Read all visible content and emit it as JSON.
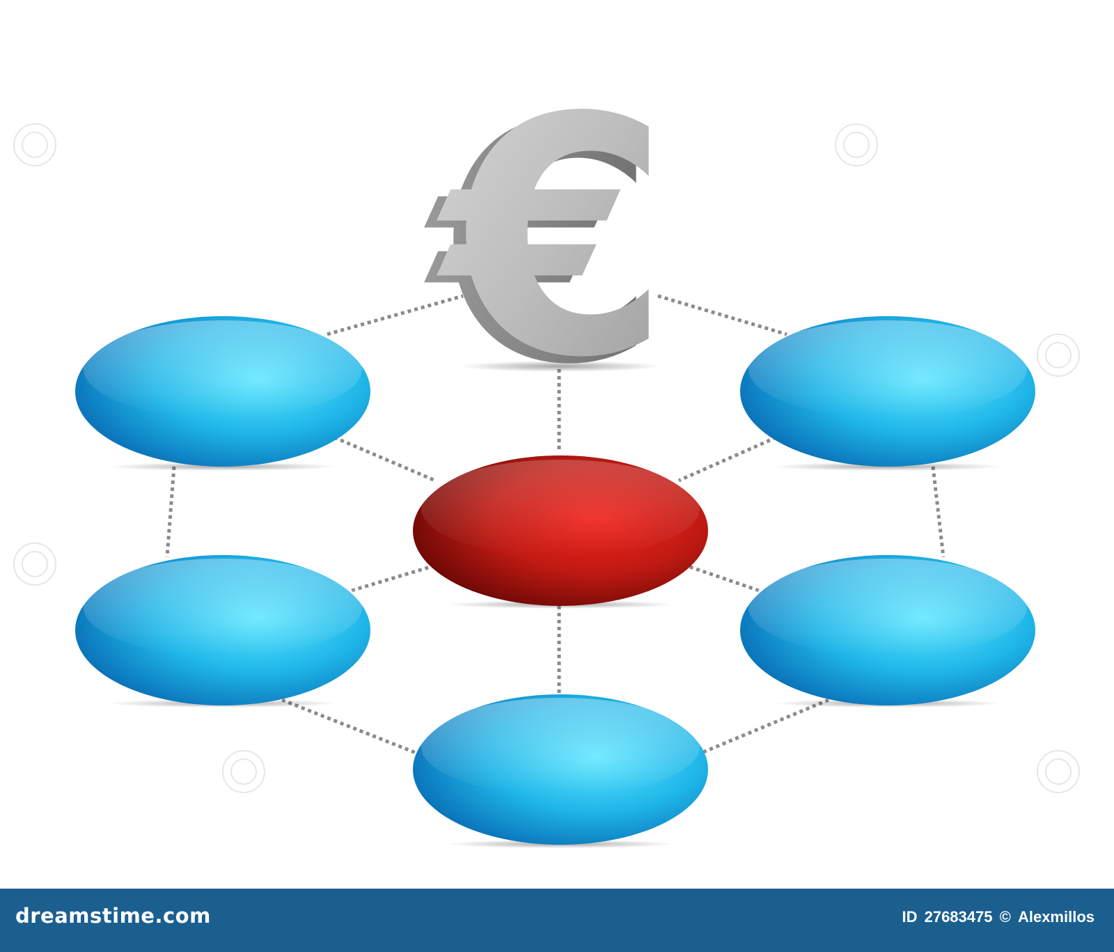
{
  "diagram": {
    "symbol": "€",
    "center_node": {
      "color": "#c51b12"
    },
    "outer_nodes": [
      {
        "id": "top-left",
        "color": "#1aa7dd"
      },
      {
        "id": "top-right",
        "color": "#1aa7dd"
      },
      {
        "id": "bottom-left",
        "color": "#1aa7dd"
      },
      {
        "id": "bottom-right",
        "color": "#1aa7dd"
      },
      {
        "id": "bottom-center",
        "color": "#1aa7dd"
      }
    ],
    "connector_color": "#8a8a8a"
  },
  "watermark": {
    "site": "dreamstime.com",
    "id_label": "ID",
    "id": "27683475",
    "copyright": "©",
    "author": "Alexmillos"
  },
  "footer_color": "#1b5f8f"
}
